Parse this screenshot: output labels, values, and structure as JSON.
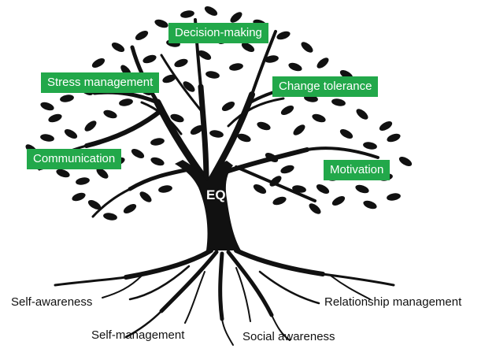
{
  "colors": {
    "tree": "#111111",
    "label_bg": "#22a84a",
    "label_text": "#ffffff",
    "root_text": "#111111"
  },
  "center": "EQ",
  "branches": [
    "Decision-making",
    "Stress management",
    "Change tolerance",
    "Communication",
    "Motivation"
  ],
  "roots": [
    "Self-awareness",
    "Self-management",
    "Social awareness",
    "Relationship management"
  ]
}
